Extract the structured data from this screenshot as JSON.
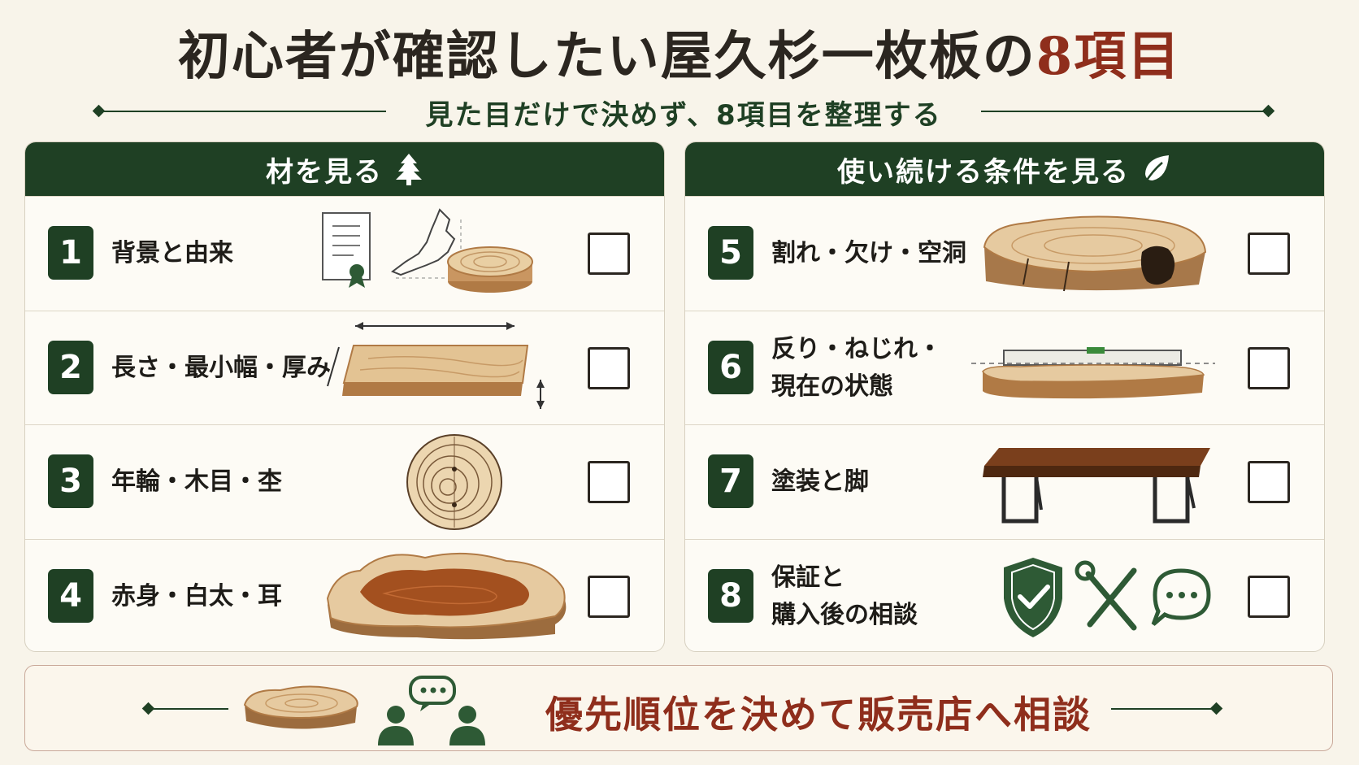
{
  "title": {
    "main": "初心者が確認したい屋久杉一枚板の",
    "accent": "8項目"
  },
  "subtitle": "見た目だけで決めず、8項目を整理する",
  "left_panel": {
    "header": "材を見る",
    "header_icon": "tree-icon",
    "items": [
      {
        "number": "1",
        "lines": [
          "背景と由来"
        ],
        "illustration": "certificate-map-slab-icon"
      },
      {
        "number": "2",
        "lines": [
          "長さ・最小幅・厚み"
        ],
        "illustration": "slab-dimensions-icon"
      },
      {
        "number": "3",
        "lines": [
          "年輪・木目・杢"
        ],
        "illustration": "growth-rings-icon"
      },
      {
        "number": "4",
        "lines": [
          "赤身・白太・耳"
        ],
        "illustration": "heartwood-slab-icon"
      }
    ]
  },
  "right_panel": {
    "header": "使い続ける条件を見る",
    "header_icon": "leaf-icon",
    "items": [
      {
        "number": "5",
        "lines": [
          "割れ・欠け・空洞"
        ],
        "illustration": "cracked-slab-icon"
      },
      {
        "number": "6",
        "lines": [
          "反り・ねじれ・",
          "現在の状態"
        ],
        "illustration": "level-slab-icon"
      },
      {
        "number": "7",
        "lines": [
          "塗装と脚"
        ],
        "illustration": "table-icon"
      },
      {
        "number": "8",
        "lines": [
          "保証と",
          "購入後の相談"
        ],
        "illustration": "shield-tools-chat-icon"
      }
    ]
  },
  "footer": {
    "text": "優先順位を決めて販売店へ相談"
  },
  "colors": {
    "background": "#f8f4ea",
    "dark_green": "#1f4024",
    "accent_red": "#8f2e1c",
    "wood_light": "#e3c393",
    "wood_dark": "#b07a45",
    "heartwood": "#a3501f"
  }
}
